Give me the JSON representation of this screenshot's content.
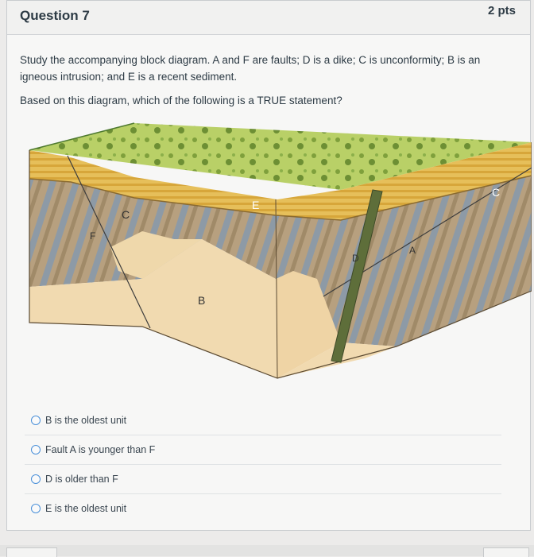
{
  "question": {
    "title": "Question 7",
    "points": "2 pts",
    "prompt_line1": "Study the accompanying block diagram. A and F are faults; D is a dike; C is unconformity; B is an igneous intrusion; and E is a recent sediment.",
    "prompt_line2": "Based on this diagram, which of the following is a TRUE statement?"
  },
  "diagram": {
    "labels": {
      "c_left": "C",
      "c_right": "C",
      "f": "F",
      "e": "E",
      "b": "B",
      "d": "D",
      "a": "A"
    }
  },
  "answers": [
    {
      "label": "B is the oldest unit"
    },
    {
      "label": "Fault A is younger than F"
    },
    {
      "label": "D is older than F"
    },
    {
      "label": "E is the oldest unit"
    }
  ]
}
